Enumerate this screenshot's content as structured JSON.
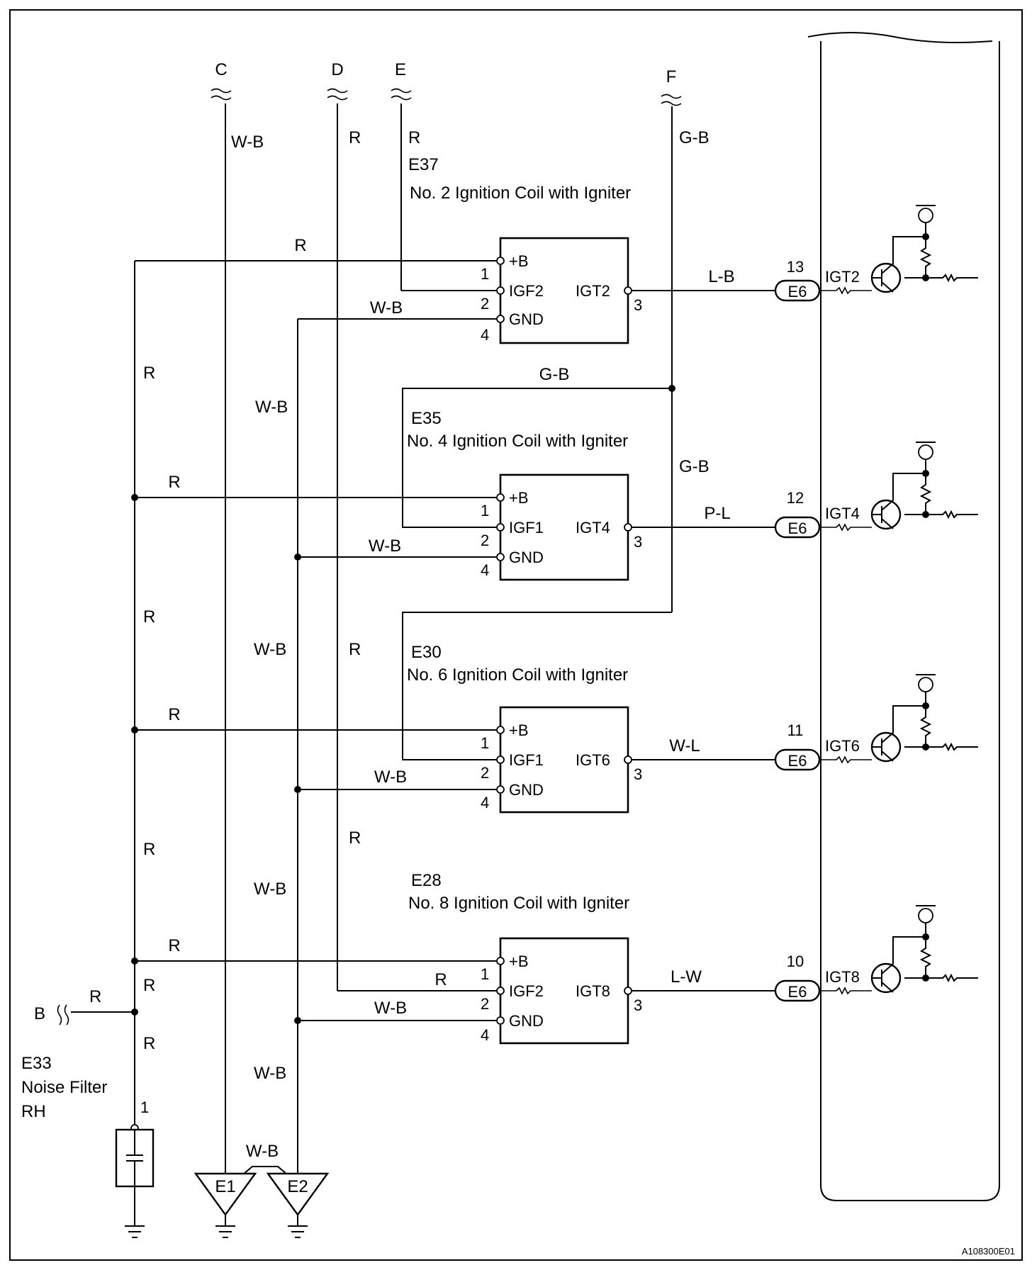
{
  "connectors": [
    {
      "id": "C",
      "label": "C",
      "wire": "W-B"
    },
    {
      "id": "D",
      "label": "D",
      "wire": "R"
    },
    {
      "id": "E",
      "label": "E",
      "wire": "R"
    },
    {
      "id": "F",
      "label": "F",
      "wire": "G-B"
    }
  ],
  "coils": [
    {
      "code": "E37",
      "name": "No. 2 Ignition Coil with Igniter",
      "pin_b": "+B",
      "pin_igf": "IGF2",
      "pin_gnd": "GND",
      "pin_igt": "IGT2",
      "n1": "1",
      "n2": "2",
      "n3": "3",
      "n4": "4",
      "b_wire": "R",
      "gnd_wire": "W-B",
      "igf_wire": "",
      "out_wire": "L-B",
      "ecu_pin": "13",
      "ecu_conn": "E6",
      "ecu_sig": "IGT2"
    },
    {
      "code": "E35",
      "name": "No. 4 Ignition Coil with Igniter",
      "pin_b": "+B",
      "pin_igf": "IGF1",
      "pin_gnd": "GND",
      "pin_igt": "IGT4",
      "n1": "1",
      "n2": "2",
      "n3": "3",
      "n4": "4",
      "b_wire": "R",
      "gnd_wire": "W-B",
      "igf_wire": "",
      "out_wire": "P-L",
      "ecu_pin": "12",
      "ecu_conn": "E6",
      "ecu_sig": "IGT4"
    },
    {
      "code": "E30",
      "name": "No. 6 Ignition Coil with Igniter",
      "pin_b": "+B",
      "pin_igf": "IGF1",
      "pin_gnd": "GND",
      "pin_igt": "IGT6",
      "n1": "1",
      "n2": "2",
      "n3": "3",
      "n4": "4",
      "b_wire": "R",
      "gnd_wire": "W-B",
      "igf_wire": "",
      "out_wire": "W-L",
      "ecu_pin": "11",
      "ecu_conn": "E6",
      "ecu_sig": "IGT6"
    },
    {
      "code": "E28",
      "name": "No. 8 Ignition Coil with Igniter",
      "pin_b": "+B",
      "pin_igf": "IGF2",
      "pin_gnd": "GND",
      "pin_igt": "IGT8",
      "n1": "1",
      "n2": "2",
      "n3": "3",
      "n4": "4",
      "b_wire": "R",
      "gnd_wire": "W-B",
      "igf_wire": "R",
      "out_wire": "L-W",
      "ecu_pin": "10",
      "ecu_conn": "E6",
      "ecu_sig": "IGT8"
    }
  ],
  "wire_labels": {
    "r_bus": [
      "R",
      "R",
      "R",
      "R",
      "R"
    ],
    "wb_gnd": [
      "W-B",
      "W-B",
      "W-B",
      "W-B",
      "W-B"
    ],
    "d_wire": [
      "R",
      "R"
    ],
    "gb_link": "G-B",
    "gb_vertical": "G-B",
    "gnd_bridge": "W-B"
  },
  "noise_filter": {
    "code": "E33",
    "line1": "Noise Filter",
    "line2": "RH",
    "pin": "1"
  },
  "input_b": {
    "label": "B",
    "wire": "R"
  },
  "grounds": [
    "E1",
    "E2"
  ],
  "figure_id": "A108300E01"
}
